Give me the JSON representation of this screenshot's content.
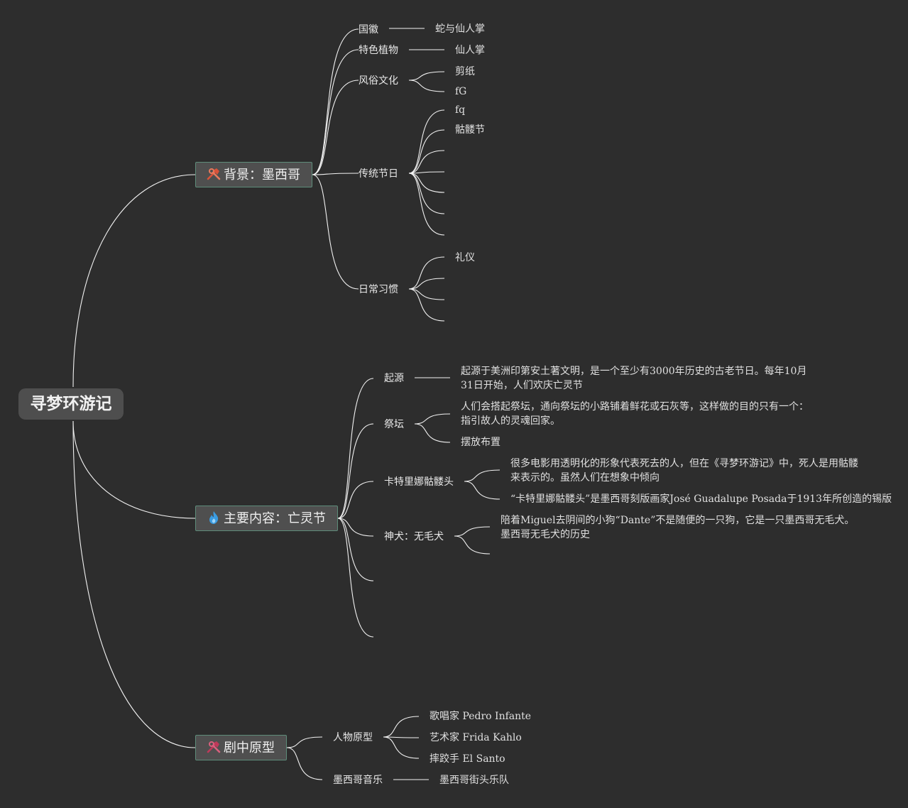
{
  "root": {
    "title": "寻梦环游记"
  },
  "branches": {
    "background": {
      "label": "背景：墨西哥",
      "icon": "hammer-wrench-icon",
      "icon_color": "#d9533a",
      "topics": {
        "emblem": {
          "label": "国徽",
          "child": "蛇与仙人掌"
        },
        "plants": {
          "label": "特色植物",
          "child": "仙人掌"
        },
        "customs": {
          "label": "风俗文化",
          "children": [
            "剪纸",
            "fG"
          ]
        },
        "festivals": {
          "label": "传统节日",
          "children": [
            "fq",
            "骷髅节"
          ]
        },
        "habits": {
          "label": "日常习惯",
          "children": [
            "礼仪"
          ]
        }
      }
    },
    "content": {
      "label": "主要内容：亡灵节",
      "icon": "flame-icon",
      "icon_color": "#3a9be0",
      "topics": {
        "origin": {
          "label": "起源",
          "text": "起源于美洲印第安土著文明，是一个至少有3000年历史的古老节日。每年10月31日开始，人们欢庆亡灵节"
        },
        "altar": {
          "label": "祭坛",
          "children": [
            "人们会搭起祭坛，通向祭坛的小路铺着鲜花或石灰等，这样做的目的只有一个：指引故人的灵魂回家。",
            "摆放布置"
          ]
        },
        "catrina": {
          "label": "卡特里娜骷髅头",
          "children": [
            "很多电影用透明化的形象代表死去的人，但在《寻梦环游记》中，死人是用骷髅来表示的。虽然人们在想象中倾向",
            "“卡特里娜骷髅头”是墨西哥刻版画家José Guadalupe Posada于1913年所创造的锡版"
          ]
        },
        "dog": {
          "label": "神犬：无毛犬",
          "text": "陪着Miguel去阴间的小狗“Dante”不是随便的一只狗，它是一只墨西哥无毛犬。墨西哥无毛犬的历史"
        }
      }
    },
    "prototype": {
      "label": "剧中原型",
      "icon": "hammer-wrench-icon",
      "icon_color": "#c0395a",
      "topics": {
        "people": {
          "label": "人物原型",
          "children": [
            "歌唱家 Pedro Infante",
            "艺术家 Frida Kahlo",
            "摔跤手 El Santo"
          ]
        },
        "music": {
          "label": "墨西哥音乐",
          "child": "墨西哥街头乐队"
        }
      }
    }
  }
}
